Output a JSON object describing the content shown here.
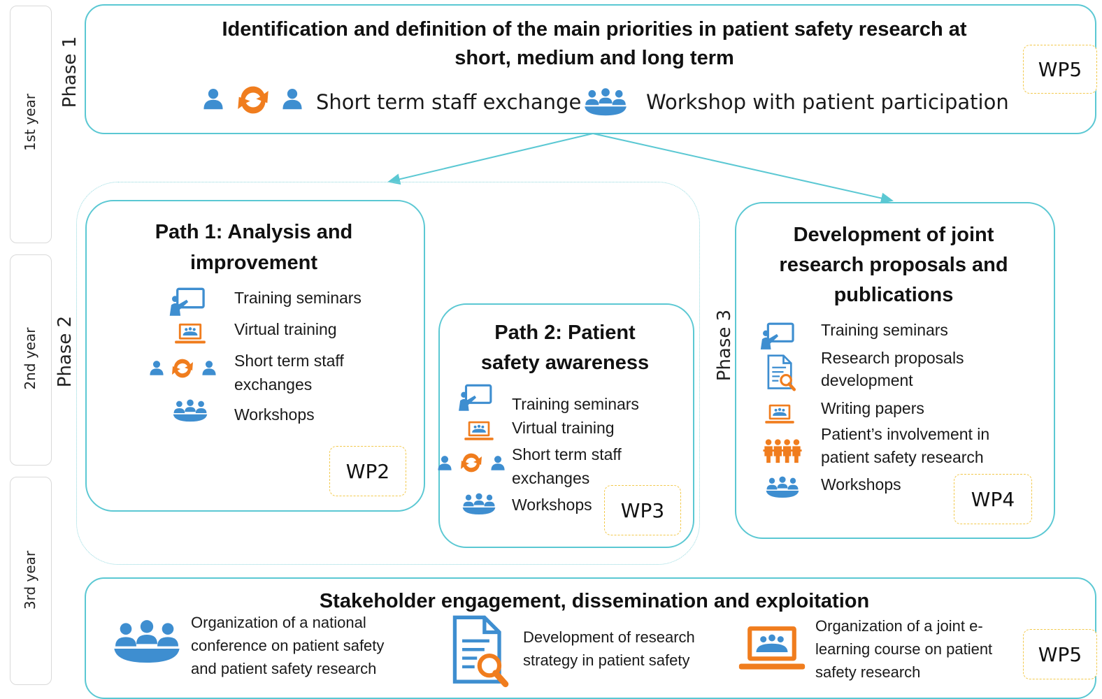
{
  "years": [
    "1st year",
    "2nd year",
    "3rd year"
  ],
  "phases": [
    "Phase 1",
    "Phase 2",
    "Phase 3"
  ],
  "phase1": {
    "title_line1": "Identification and definition of the main priorities in patient safety research at",
    "title_line2": "short, medium and long term",
    "items": [
      "Short term staff exchange",
      "Workshop with patient participation"
    ],
    "wp": "WP5"
  },
  "path1": {
    "title_line1": "Path 1: Analysis and",
    "title_line2": "improvement",
    "items": [
      "Training seminars",
      "Virtual training",
      "Short term staff",
      "exchanges",
      "Workshops"
    ],
    "wp": "WP2"
  },
  "path2": {
    "title_line1": "Path 2: Patient",
    "title_line2": "safety awareness",
    "items": [
      "Training seminars",
      "Virtual training",
      "Short term staff",
      "exchanges",
      "Workshops"
    ],
    "wp": "WP3"
  },
  "phase3": {
    "title_line1": "Development of joint",
    "title_line2": "research proposals and",
    "title_line3": "publications",
    "items": [
      "Training seminars",
      "Research proposals",
      "development",
      "Writing papers",
      "Patient’s involvement in",
      "patient safety research",
      "Workshops"
    ],
    "wp": "WP4"
  },
  "stakeholder": {
    "title": "Stakeholder engagement, dissemination and exploitation",
    "item1": [
      "Organization of a national",
      "conference on patient safety",
      "and patient safety research"
    ],
    "item2": [
      "Development of research",
      "strategy in patient safety"
    ],
    "item3": [
      "Organization of a joint e-",
      "learning course on patient",
      "safety research"
    ],
    "wp": "WP5"
  },
  "icons": {
    "exchange": "staff-exchange-icon",
    "workshop": "workshop-group-icon",
    "seminar": "presentation-board-icon",
    "virtual": "laptop-meeting-icon",
    "proposal": "document-search-icon",
    "patients": "patient-group-icon"
  },
  "colors": {
    "box_border": "#5bc8d3",
    "icon_blue": "#3e8ed0",
    "icon_orange": "#f07d1e",
    "wp_border": "#f2c94c"
  }
}
